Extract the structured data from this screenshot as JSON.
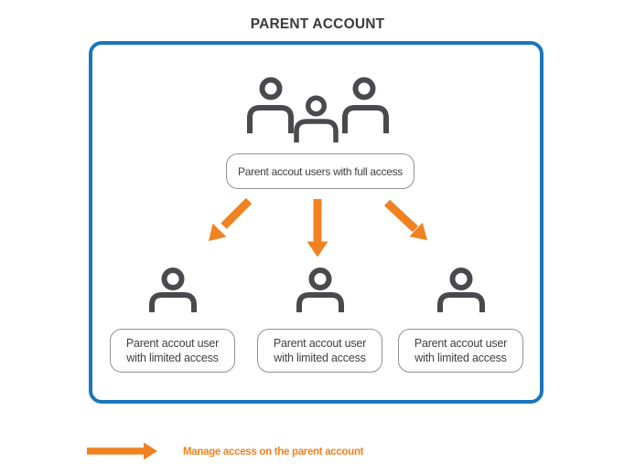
{
  "title": "PARENT ACCOUNT",
  "diagram": {
    "full_access_box": {
      "label": "Parent accout users with full access"
    },
    "limited_access_boxes": [
      {
        "line1": "Parent accout user",
        "line2": "with limited access"
      },
      {
        "line1": "Parent accout user",
        "line2": "with limited access"
      },
      {
        "line1": "Parent accout user",
        "line2": "with limited access"
      }
    ]
  },
  "legend": {
    "label": "Manage access on the parent account"
  },
  "colors": {
    "frame_blue": "#1b76bc",
    "arrow_orange": "#f08222",
    "icon_gray": "#4a494d",
    "box_border": "#909396",
    "text_dark": "#414042",
    "title_color": "#3a3a3c"
  }
}
